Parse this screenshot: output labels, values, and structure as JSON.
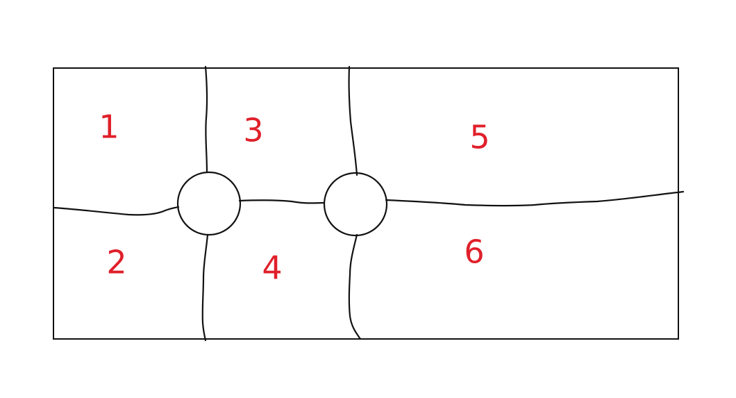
{
  "diagram": {
    "regions": [
      {
        "id": "1",
        "label": "1"
      },
      {
        "id": "2",
        "label": "2"
      },
      {
        "id": "3",
        "label": "3"
      },
      {
        "id": "4",
        "label": "4"
      },
      {
        "id": "5",
        "label": "5"
      },
      {
        "id": "6",
        "label": "6"
      }
    ],
    "nodes": [
      {
        "id": "left-junction"
      },
      {
        "id": "right-junction"
      }
    ]
  },
  "colors": {
    "ink": "#111111",
    "label": "#e0202a",
    "background": "#ffffff"
  }
}
